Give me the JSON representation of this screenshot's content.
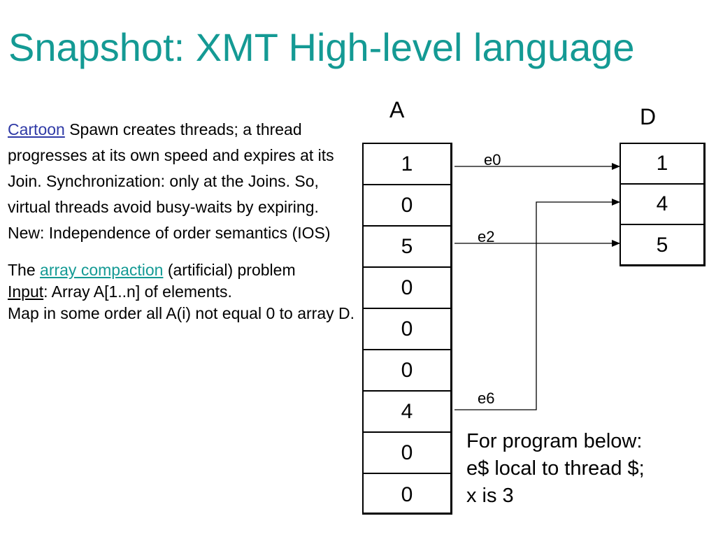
{
  "title": "Snapshot: XMT High-level language",
  "body": {
    "p1_link": "Cartoon",
    "p1_text": " Spawn creates threads; a thread progresses at its own speed and expires at its Join. Synchronization: only at the Joins. So, virtual threads avoid busy-waits by expiring. New: Independence of order semantics (IOS)",
    "p2_prefix": "The ",
    "p2_link": "array compaction",
    "p2_suffix": " (artificial) problem",
    "p3_label": "Input",
    "p3_text": ": Array A[1..n] of elements.",
    "p4_text": "Map in some order all A(i)  not equal 0 to array D."
  },
  "diagram": {
    "array_a_label": "A",
    "array_d_label": "D",
    "array_a": [
      "1",
      "0",
      "5",
      "0",
      "0",
      "0",
      "4",
      "0",
      "0"
    ],
    "array_d": [
      "1",
      "4",
      "5"
    ],
    "edges": [
      {
        "label": "e0",
        "from_index": 0,
        "to_index": 0
      },
      {
        "label": "e2",
        "from_index": 2,
        "to_index": 2
      },
      {
        "label": "e6",
        "from_index": 6,
        "to_index": 1
      }
    ]
  },
  "note": {
    "line1": "For program below:",
    "line2": "e$ local to thread $;",
    "line3": "x is 3"
  }
}
